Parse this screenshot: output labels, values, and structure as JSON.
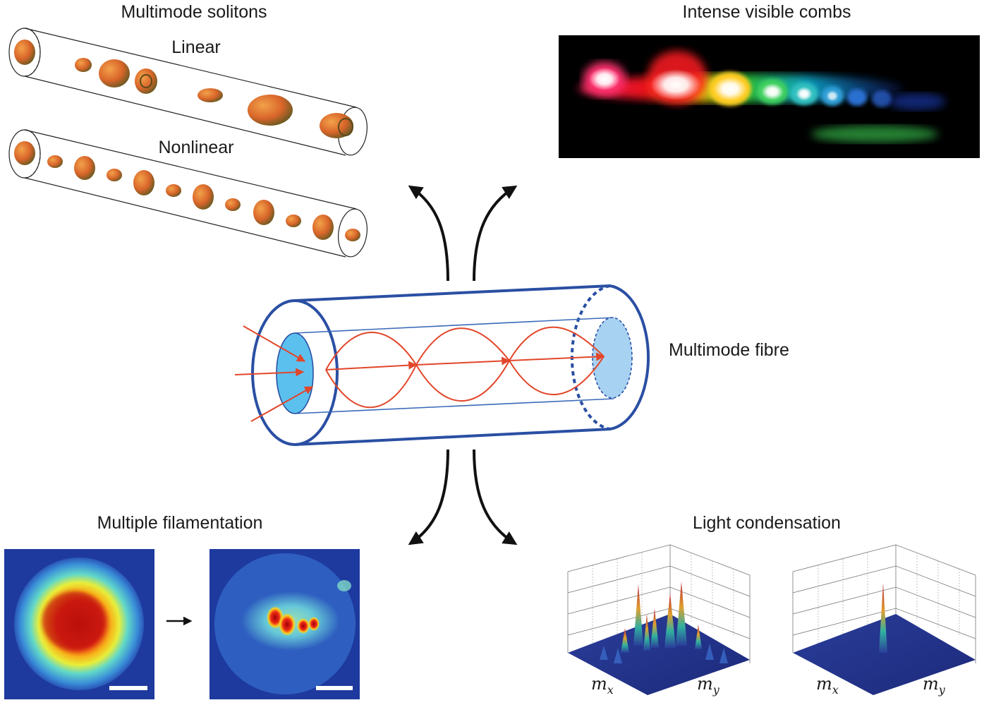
{
  "panels": {
    "solitons": {
      "title": "Multimode solitons",
      "linear": "Linear",
      "nonlinear": "Nonlinear"
    },
    "combs": {
      "title": "Intense visible combs"
    },
    "fibre": {
      "label": "Multimode fibre"
    },
    "filamentation": {
      "title": "Multiple filamentation"
    },
    "condensation": {
      "title": "Light condensation",
      "mx": "m",
      "mx_sub": "x",
      "my": "m",
      "my_sub": "y"
    }
  },
  "colors": {
    "fibre_blue": "#2a4fa3",
    "core_blue": "#7cc4ee",
    "ray_red": "#e2462a",
    "soliton_orange": "#d9702a",
    "arrow_black": "#111111"
  }
}
